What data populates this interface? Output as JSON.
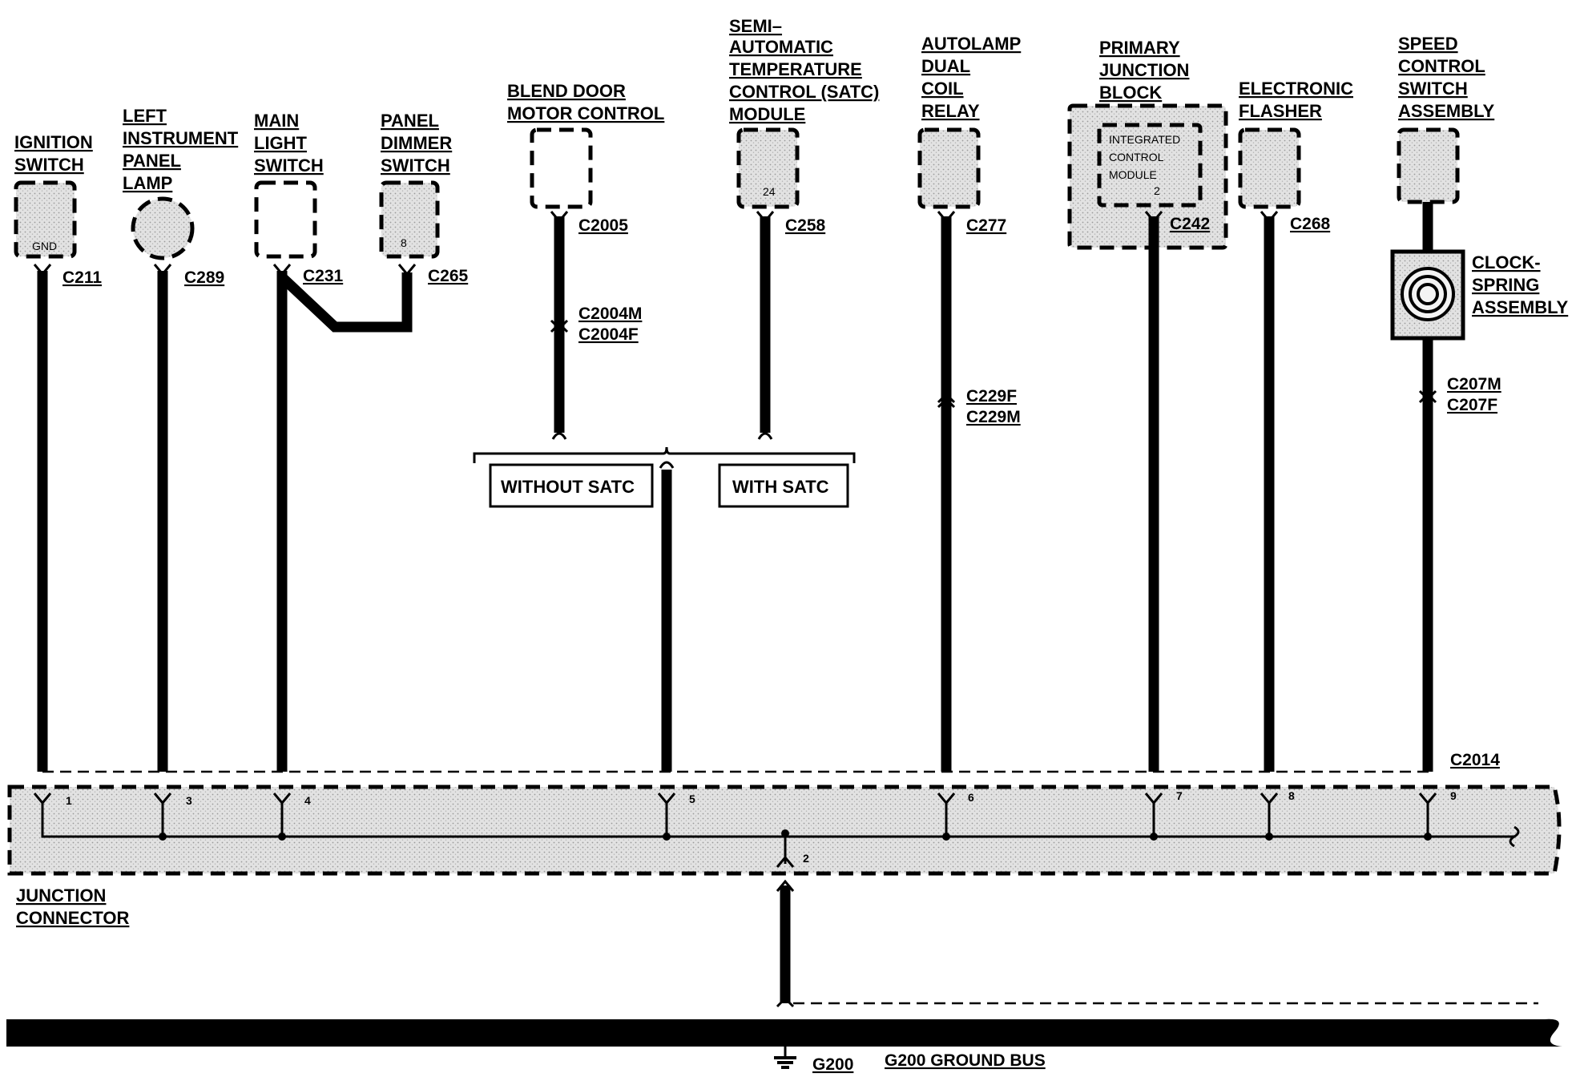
{
  "components": {
    "ignition_switch": {
      "label": [
        "IGNITION",
        "SWITCH"
      ],
      "pin": "GND",
      "connector": "C211"
    },
    "left_instrument_panel_lamp": {
      "label": [
        "LEFT",
        "INSTRUMENT",
        "PANEL",
        "LAMP"
      ],
      "connector": "C289"
    },
    "main_light_switch": {
      "label": [
        "MAIN",
        "LIGHT",
        "SWITCH"
      ],
      "connector": "C231"
    },
    "panel_dimmer_switch": {
      "label": [
        "PANEL",
        "DIMMER",
        "SWITCH"
      ],
      "pin": "8",
      "connector": "C265"
    },
    "blend_door_motor_control": {
      "label": [
        "BLEND DOOR",
        "MOTOR CONTROL"
      ],
      "connector": "C2005",
      "inline_connector": [
        "C2004M",
        "C2004F"
      ]
    },
    "satc_module": {
      "label": [
        "SEMI–",
        "AUTOMATIC",
        "TEMPERATURE",
        "CONTROL (SATC)",
        "MODULE"
      ],
      "pin": "24",
      "connector": "C258"
    },
    "autolamp_relay": {
      "label": [
        "AUTOLAMP",
        "DUAL",
        "COIL",
        "RELAY"
      ],
      "connector": "C277",
      "inline_connector": [
        "C229F",
        "C229M"
      ]
    },
    "primary_junction_block": {
      "label": [
        "PRIMARY",
        "JUNCTION",
        "BLOCK"
      ],
      "inner_label": [
        "INTEGRATED",
        "CONTROL",
        "MODULE"
      ],
      "pin": "2",
      "connector": "C242"
    },
    "electronic_flasher": {
      "label": [
        "ELECTRONIC",
        "FLASHER"
      ],
      "connector": "C268"
    },
    "speed_control_switch": {
      "label": [
        "SPEED",
        "CONTROL",
        "SWITCH",
        "ASSEMBLY"
      ],
      "inline_connector": [
        "C207M",
        "C207F"
      ]
    },
    "clockspring": {
      "label": [
        "CLOCK-",
        "SPRING",
        "ASSEMBLY"
      ]
    }
  },
  "options": {
    "without": "WITHOUT SATC",
    "with": "WITH SATC"
  },
  "junction_connector": {
    "label": [
      "JUNCTION",
      "CONNECTOR"
    ],
    "connector": "C2014",
    "pins": [
      "1",
      "3",
      "4",
      "5",
      "6",
      "7",
      "8",
      "9",
      "2"
    ]
  },
  "ground": {
    "connector": "G200",
    "bus_label": "G200 GROUND BUS"
  }
}
